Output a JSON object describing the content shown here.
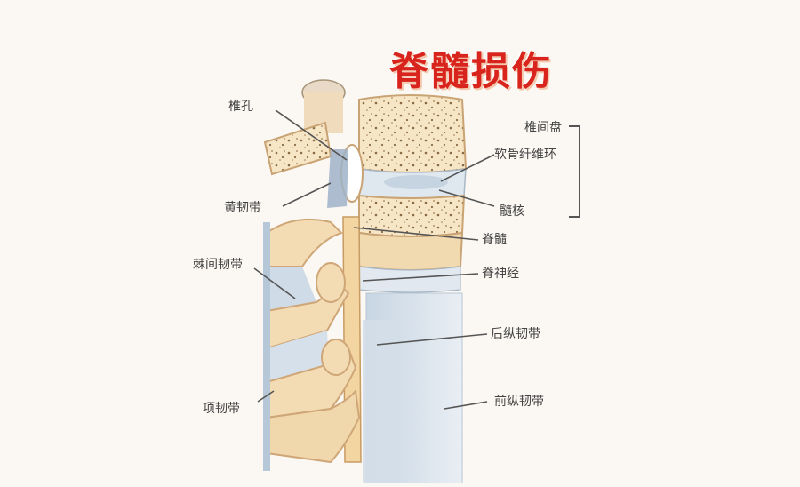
{
  "title": "脊髓损伤",
  "labels": {
    "vertebral_foramen": "椎孔",
    "ligamentum_flavum": "黄韧带",
    "interspinous_ligament": "棘间韧带",
    "nuchal_ligament": "项韧带",
    "intervertebral_disc": "椎间盘",
    "annulus_fibrosus": "软骨纤维环",
    "nucleus_pulposus": "髓核",
    "spinal_cord": "脊髓",
    "spinal_nerve": "脊神经",
    "posterior_longitudinal_ligament": "后纵韧带",
    "anterior_longitudinal_ligament": "前纵韧带"
  },
  "colors": {
    "title": "#d8241c",
    "bone": "#f3dcb4",
    "bone_dark": "#e0b98a",
    "disc": "#dfe6ee",
    "ligament": "#b9c8d8",
    "leader": "#555555"
  }
}
